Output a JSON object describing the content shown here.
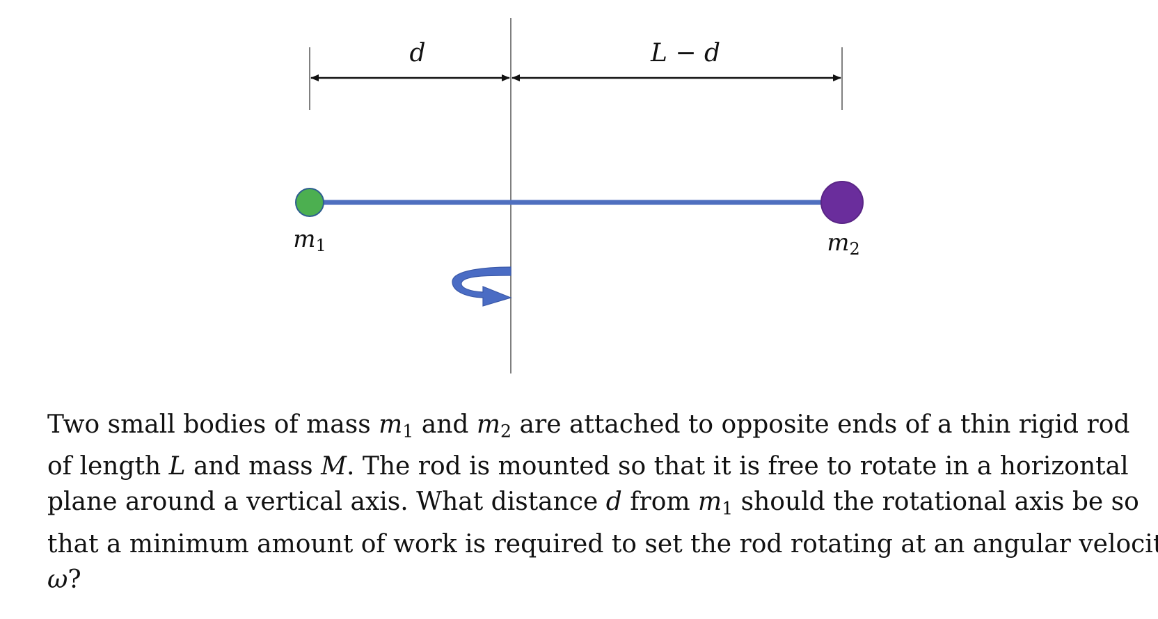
{
  "diagram": {
    "labels": {
      "d": "d",
      "l_minus_d": "L − d",
      "m1_var": "m",
      "m1_sub": "1",
      "m2_var": "m",
      "m2_sub": "2"
    },
    "colors": {
      "rod": "#4f6fbf",
      "mass1": "#4caf50",
      "mass2": "#6a2d9c",
      "rotation_arrow": "#4a6cc4",
      "axis": "#555555",
      "dimension_lines": "#111111"
    },
    "icons": {
      "rotation": "curved-rotation-arrow-icon"
    }
  },
  "problem": {
    "line1": {
      "a": "Two small bodies of mass ",
      "m": "m",
      "s1": "1",
      "b": " and ",
      "m2": "m",
      "s2": "2",
      "c": " are attached to opposite ends of a thin rigid rod"
    },
    "line2": {
      "a": "of length ",
      "L": "L",
      "b": " and mass ",
      "M": "M",
      "c": ". The rod is mounted so that it is free to rotate in a horizontal"
    },
    "line3": {
      "a": "plane around a vertical axis. What distance ",
      "d": "d",
      "b": " from ",
      "m": "m",
      "s1": "1",
      "c": " should the rotational axis be so"
    },
    "line4": {
      "a": "that a minimum amount of work is required to set the rod rotating at an angular velocity"
    },
    "line5": {
      "omega": "ω",
      "a": "?"
    }
  }
}
